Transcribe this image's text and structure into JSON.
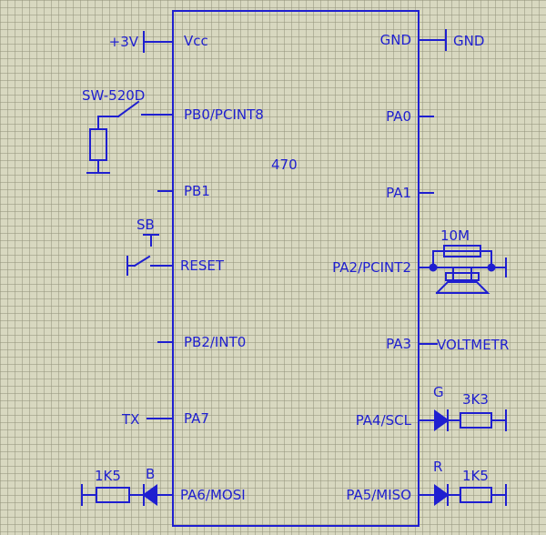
{
  "ic": {
    "name": "470",
    "left_pins": [
      "Vcc",
      "PB0/PCINT8",
      "PB1",
      "RESET",
      "PB2/INT0",
      "PA7",
      "PA6/MOSI"
    ],
    "right_pins": [
      "GND",
      "PA0",
      "PA1",
      "PA2/PCINT2",
      "PA3",
      "PA4/SCL",
      "PA5/MISO"
    ]
  },
  "power": {
    "vcc": "+3V",
    "gnd": "GND"
  },
  "switches": {
    "tilt": "SW-520D",
    "reset": "SB"
  },
  "crystal": {
    "value": "10M"
  },
  "nets": {
    "tx": "TX",
    "voltmeter": "VOLTMETR"
  },
  "leds": [
    {
      "label": "G",
      "resistor": "3K3"
    },
    {
      "label": "R",
      "resistor": "1K5"
    },
    {
      "label": "B",
      "resistor": "1K5"
    }
  ],
  "colors": {
    "wire": "#1f1fd0",
    "background": "#d8d8c0",
    "grid": "#9a9a80"
  }
}
